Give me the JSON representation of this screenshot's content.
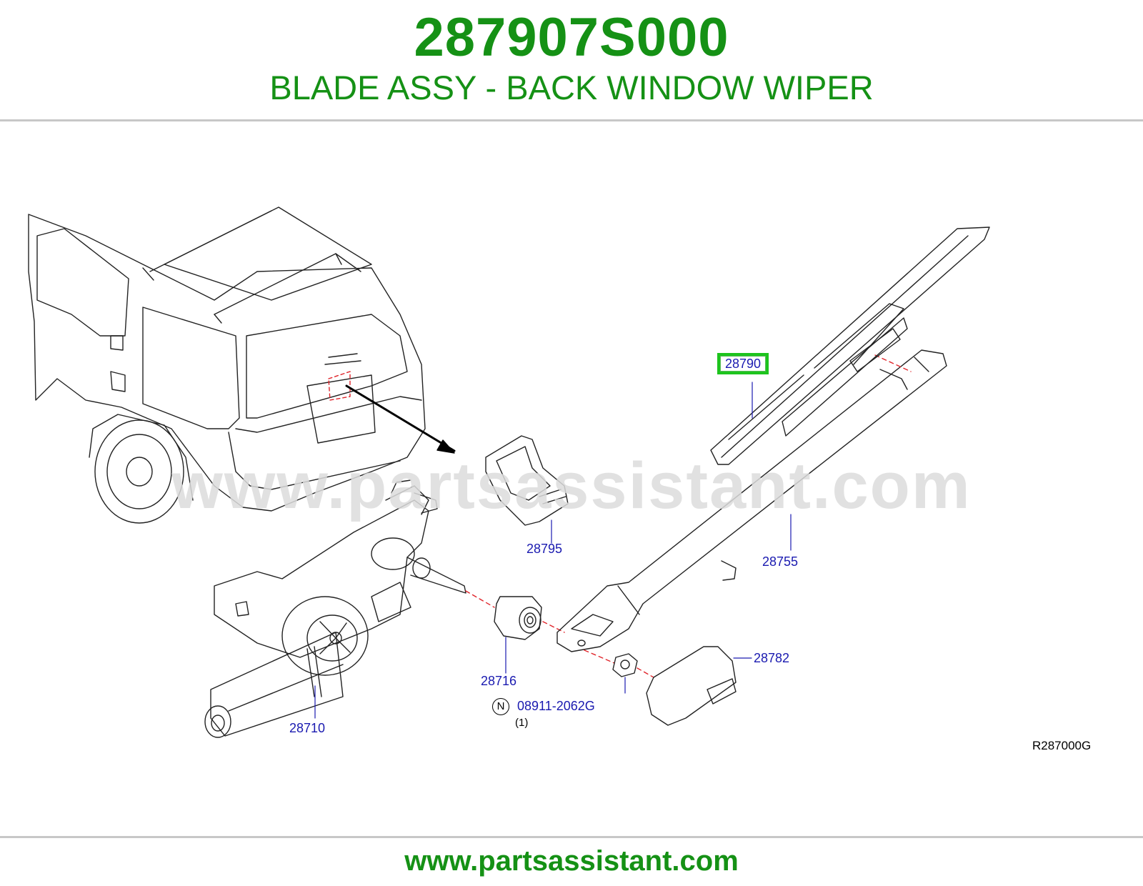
{
  "header": {
    "part_number": "287907S000",
    "description": "BLADE ASSY - BACK WINDOW WIPER"
  },
  "watermark": "www.partsassistant.com",
  "callouts": {
    "blade": "28790",
    "arm": "28755",
    "pad": "28795",
    "bushing": "28716",
    "motor": "28710",
    "cap": "28782",
    "nut": "08911-2062G",
    "nut_qty": "(1)",
    "nut_prefix": "N"
  },
  "diagram_code": "R287000G",
  "footer": {
    "site": "www.partsassistant.com"
  },
  "colors": {
    "title_green": "#159115",
    "callout_blue": "#1a1ab0",
    "highlight_green": "#1dc41d",
    "rule_gray": "#c7c7c7",
    "watermark_gray": "#dcdcdc",
    "leader_red": "#e0242a"
  }
}
